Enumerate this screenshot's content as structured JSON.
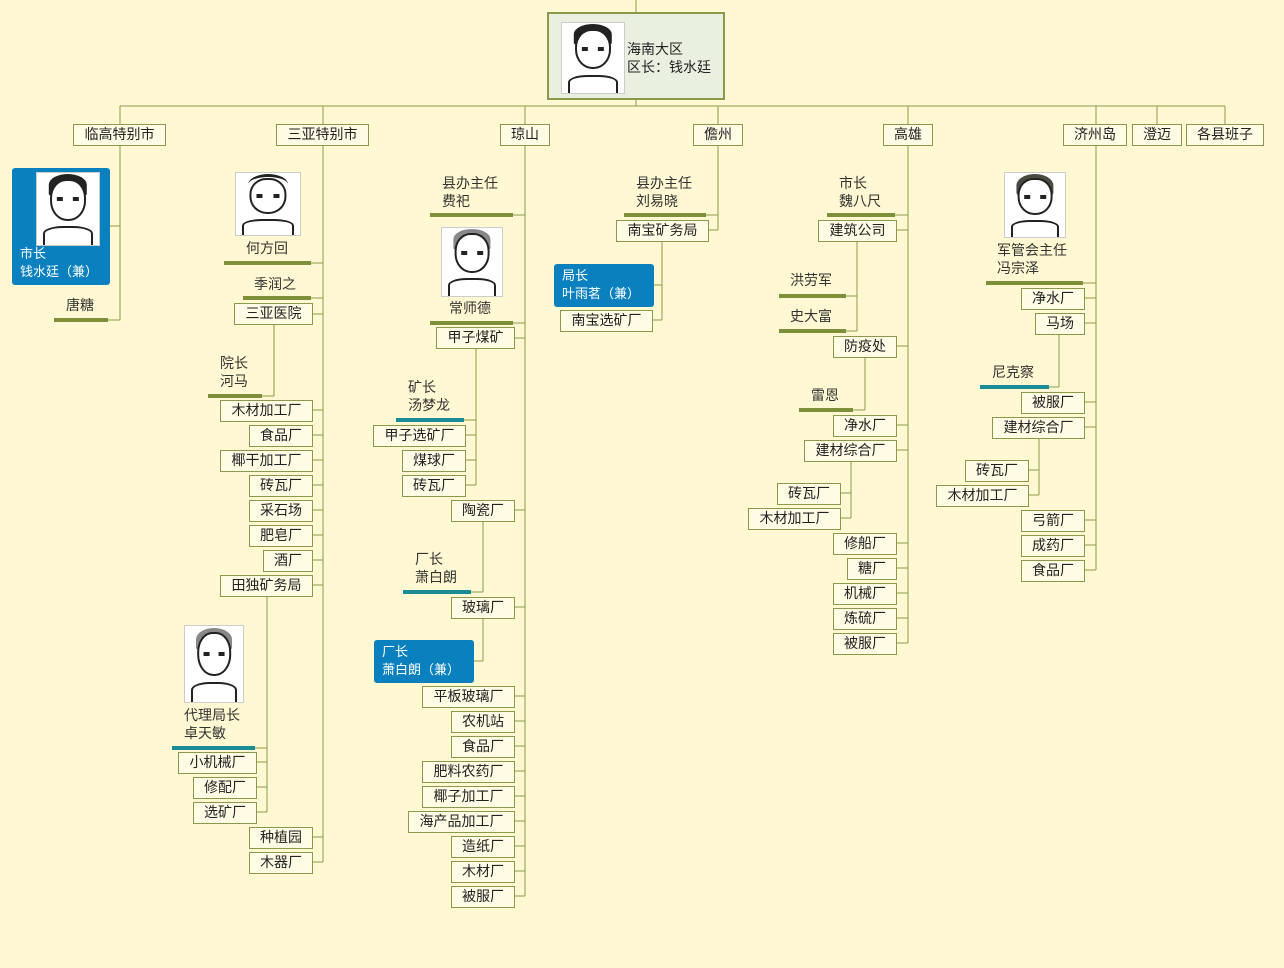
{
  "root": {
    "region": "海南大区",
    "head": "区长：钱水廷"
  },
  "branches": {
    "lingao": "临高特别市",
    "sanya": "三亚特别市",
    "qiongshan": "琼山",
    "danzhou": "儋州",
    "gaoxiong": "高雄",
    "jizhou": "济州岛",
    "chengmai": "澄迈",
    "county_teams": "各县班子"
  },
  "lingao": {
    "mayor_title": "市长",
    "mayor_name": "钱水廷（兼）",
    "person1": "唐糖"
  },
  "sanya": {
    "person_he": "何方回",
    "person_ji": "季润之",
    "hospital": "三亚医院",
    "dean_title": "院长",
    "dean_name": "河马",
    "units": [
      "木材加工厂",
      "食品厂",
      "椰干加工厂",
      "砖瓦厂",
      "采石场",
      "肥皂厂",
      "酒厂"
    ],
    "mining_bureau": "田独矿务局",
    "acting_title": "代理局长",
    "acting_name": "卓天敏",
    "mining_units": [
      "小机械厂",
      "修配厂",
      "选矿厂"
    ],
    "tail_units": [
      "种植园",
      "木器厂"
    ]
  },
  "qiongshan": {
    "office_title": "县办主任",
    "office_name": "费祀",
    "person_chang": "常师德",
    "coal_mine": "甲子煤矿",
    "mine_title": "矿长",
    "mine_name": "汤梦龙",
    "mine_units": [
      "甲子选矿厂",
      "煤球厂",
      "砖瓦厂"
    ],
    "ceramics": "陶瓷厂",
    "factory_title": "厂长",
    "factory_name": "萧白朗",
    "glass": "玻璃厂",
    "factory_title2": "厂长",
    "factory_name2": "萧白朗（兼）",
    "units": [
      "平板玻璃厂",
      "农机站",
      "食品厂",
      "肥料农药厂",
      "椰子加工厂",
      "海产品加工厂",
      "造纸厂",
      "木材厂",
      "被服厂"
    ]
  },
  "danzhou": {
    "office_title": "县办主任",
    "office_name": "刘易晓",
    "mining_bureau": "南宝矿务局",
    "chief_title": "局长",
    "chief_name": "叶雨茗（兼）",
    "plant": "南宝选矿厂"
  },
  "gaoxiong": {
    "mayor_title": "市长",
    "mayor_name": "魏八尺",
    "construction": "建筑公司",
    "person_hong": "洪劳军",
    "person_shi": "史大富",
    "epidemic": "防疫处",
    "person_lei": "雷恩",
    "water": "净水厂",
    "building": "建材综合厂",
    "building_units": [
      "砖瓦厂",
      "木材加工厂"
    ],
    "units": [
      "修船厂",
      "糖厂",
      "机械厂",
      "炼硫厂",
      "被服厂"
    ]
  },
  "jizhou": {
    "military_title": "军管会主任",
    "military_name": "冯宗泽",
    "water": "净水厂",
    "horse_farm": "马场",
    "person_nik": "尼克察",
    "clothing": "被服厂",
    "building": "建材综合厂",
    "building_units": [
      "砖瓦厂",
      "木材加工厂"
    ],
    "units": [
      "弓箭厂",
      "成药厂",
      "食品厂"
    ]
  },
  "colors": {
    "background": "#fff8d2",
    "line": "#8a9a4a",
    "highlight": "#0a80bf",
    "bar": "#7e8f3a",
    "teal_bar": "#1b8c95"
  },
  "icons": [
    "portrait-qian",
    "portrait-qian-lingao",
    "portrait-he",
    "portrait-chang",
    "portrait-zhuo",
    "portrait-feng"
  ]
}
